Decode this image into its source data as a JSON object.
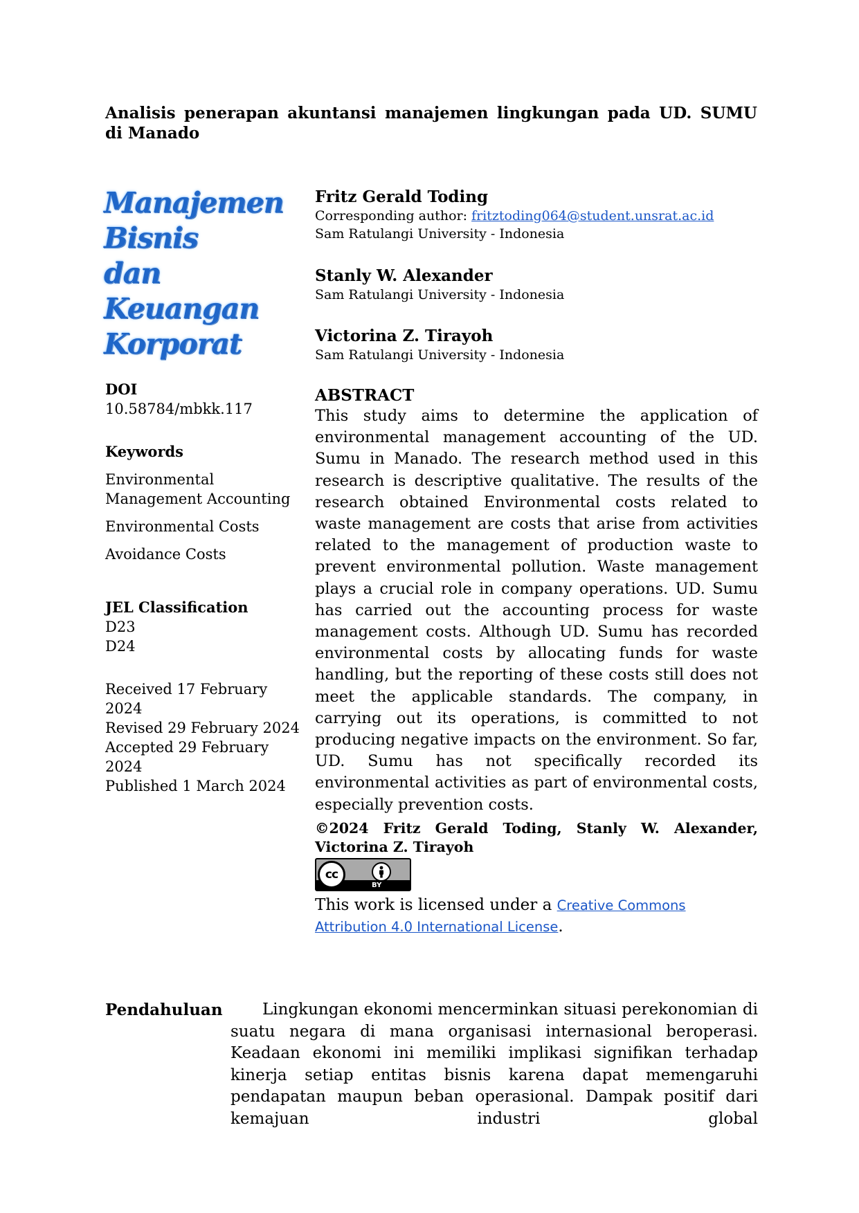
{
  "title": "Analisis penerapan akuntansi manajemen lingkungan pada UD. SUMU di Manado",
  "journal_logo": [
    "Manajemen",
    "Bisnis",
    "dan",
    "Keuangan",
    "Korporat"
  ],
  "doi": {
    "label": "DOI",
    "value": "10.58784/mbkk.117"
  },
  "keywords": {
    "label": "Keywords",
    "items": [
      "Environmental Management Accounting",
      "Environmental Costs",
      "Avoidance Costs"
    ]
  },
  "jel": {
    "label": "JEL Classification",
    "codes": [
      "D23",
      "D24"
    ]
  },
  "dates": [
    "Received 17 February 2024",
    "Revised 29 February 2024",
    "Accepted 29 February 2024",
    "Published 1 March 2024"
  ],
  "authors": [
    {
      "name": "Fritz Gerald Toding",
      "corresponding_prefix": "Corresponding author: ",
      "email": "fritztoding064@student.unsrat.ac.id",
      "affiliation": "Sam Ratulangi University - Indonesia"
    },
    {
      "name": "Stanly W. Alexander",
      "affiliation": "Sam Ratulangi University - Indonesia"
    },
    {
      "name": "Victorina Z. Tirayoh",
      "affiliation": "Sam Ratulangi University - Indonesia"
    }
  ],
  "abstract": {
    "label": "ABSTRACT",
    "text": "This study aims to determine the application of environmental management accounting of the UD. Sumu in Manado. The research method used in this research is descriptive qualitative. The results of the research obtained Environmental costs related to waste management are costs that arise from activities related to the management of production waste to prevent environmental pollution. Waste management plays a crucial role in company operations. UD. Sumu has carried out the accounting process for waste management costs. Although UD. Sumu has recorded environmental costs by allocating funds for waste handling, but the reporting of these costs still does not meet the applicable standards. The company, in carrying out its operations, is committed to not producing negative impacts on the environment. So far, UD. Sumu has not specifically recorded its environmental activities as part of environmental costs, especially prevention costs."
  },
  "copyright": "©2024 Fritz Gerald Toding, Stanly W. Alexander, Victorina Z. Tirayoh",
  "license": {
    "badge_cc": "cc",
    "badge_by": "BY",
    "prefix": "This work is licensed under a ",
    "link_text": "Creative Commons Attribution 4.0 International License",
    "suffix": "."
  },
  "introduction": {
    "heading": "Pendahuluan",
    "text": "Lingkungan ekonomi mencerminkan situasi perekonomian di suatu negara di mana organisasi internasional beroperasi. Keadaan ekonomi ini memiliki implikasi signifikan terhadap kinerja setiap entitas bisnis karena dapat memengaruhi pendapatan maupun beban operasional. Dampak positif dari kemajuan industri global"
  }
}
